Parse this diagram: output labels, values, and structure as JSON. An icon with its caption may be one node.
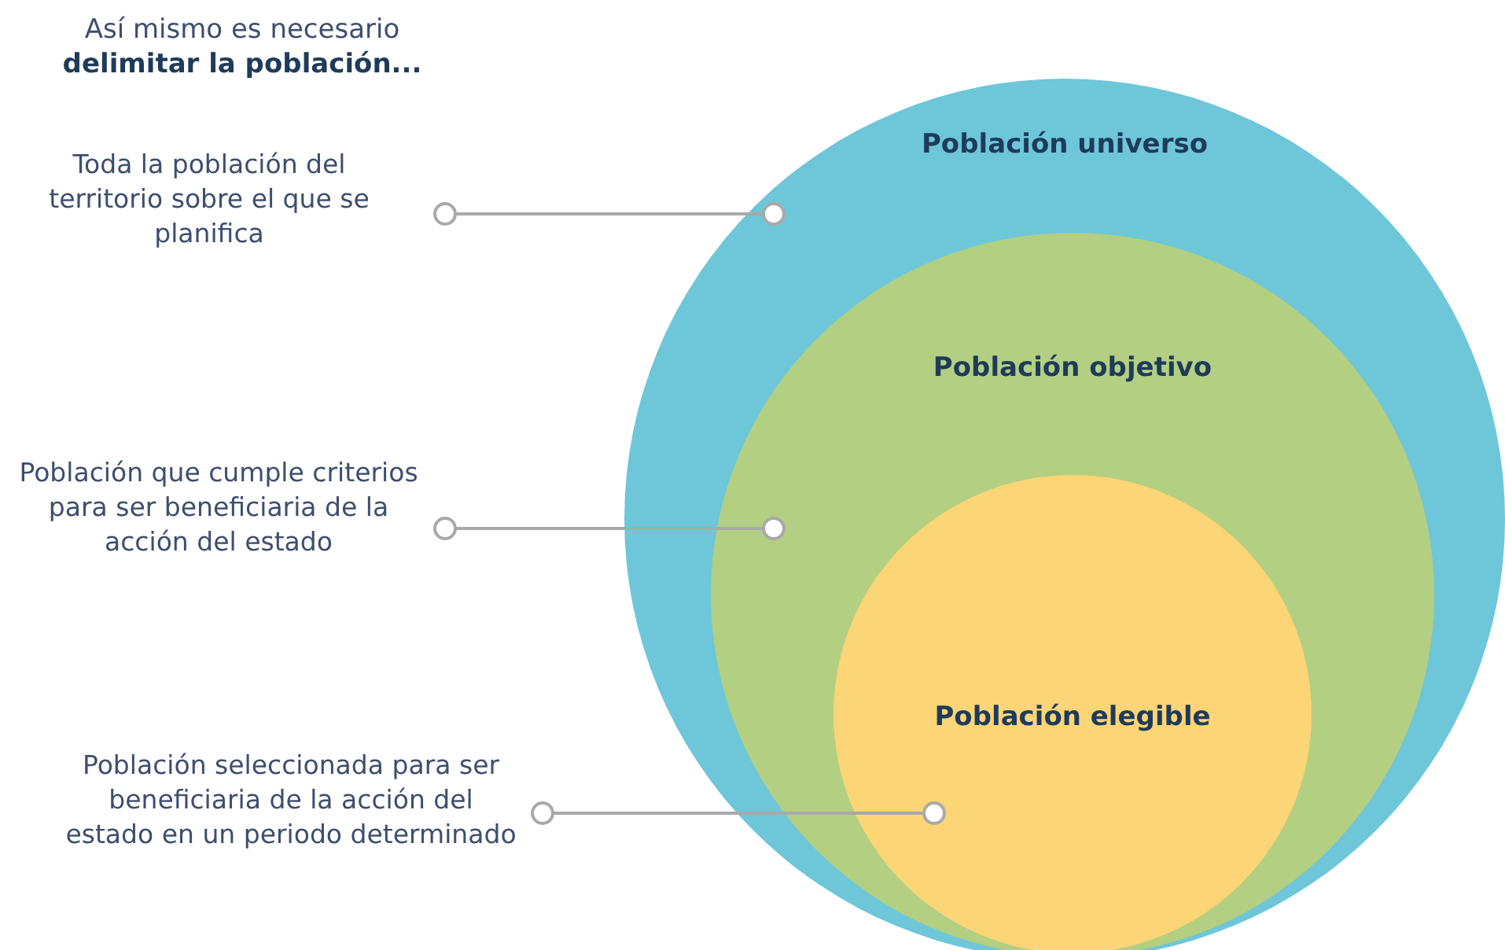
{
  "diagram": {
    "title": "Así mismo es necesario **delimitar la población...**",
    "nodes": [
      {
        "text": [
          "Población universo"
        ]
      },
      {
        "text": [
          "Población objetivo"
        ],
        "in": 0
      },
      {
        "text": [
          "Población elegible"
        ],
        "in": 1
      },
      {
        "text": [
          "Toda la población del territorio sobre el que se planifica"
        ]
      },
      {
        "text": [
          "Población que cumple criterios para ser beneficiaria de la acción del estado"
        ]
      },
      {
        "text": [
          "Población seleccionada para ser beneficiaria de la acción del estado en un periodo determinado"
        ]
      }
    ],
    "edges": [
      {
        "from": 3,
        "to": 0,
        "arrow": "other"
      },
      {
        "from": 4,
        "to": 1,
        "arrow": "other"
      },
      {
        "from": 5,
        "to": 2,
        "arrow": "other"
      }
    ]
  }
}
